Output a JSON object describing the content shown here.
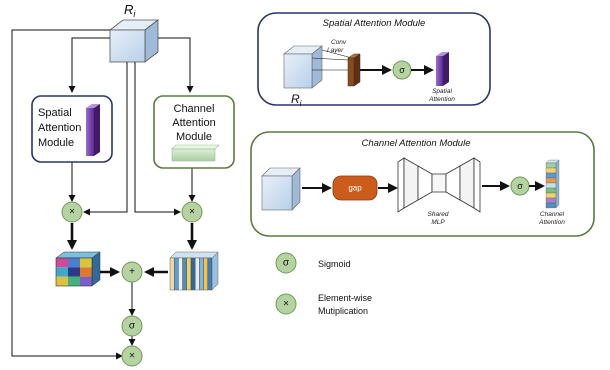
{
  "left": {
    "input_label": "R",
    "input_subscript": "i",
    "spatial_box": [
      "Spatial",
      "Attention",
      "Module"
    ],
    "channel_box": [
      "Channel",
      "Attention",
      "Module"
    ],
    "op_multiply": "×",
    "op_add": "+",
    "op_sigmoid": "σ"
  },
  "spatial_module": {
    "title": "Spatial Attention Module",
    "conv_label": [
      "Conv",
      "Layer"
    ],
    "sigma": "σ",
    "output_label": [
      "Spatial",
      "Attention"
    ],
    "input_label": "R",
    "input_subscript": "i"
  },
  "channel_module": {
    "title": "Channel Attention Module",
    "gap_label": "gap",
    "mlp_label": [
      "Shared",
      "MLP"
    ],
    "sigma": "σ",
    "output_label": [
      "Channel",
      "Attention"
    ]
  },
  "legend": {
    "sigmoid_symbol": "σ",
    "sigmoid_label": "Sigmoid",
    "multiply_symbol": "×",
    "multiply_label": [
      "Element-wise",
      "Mutiplication"
    ]
  },
  "colors": {
    "node_fill": "#b5d3a0",
    "node_stroke": "#6e9a5a",
    "spatial_bar": "#7a3fb0",
    "channel_border": "#5b7a3f",
    "module_border": "#2b3566",
    "gap_fill": "#cc5c1c",
    "conv_fill": "#8a4a1e",
    "cube_fill": "#cfe0f3"
  }
}
